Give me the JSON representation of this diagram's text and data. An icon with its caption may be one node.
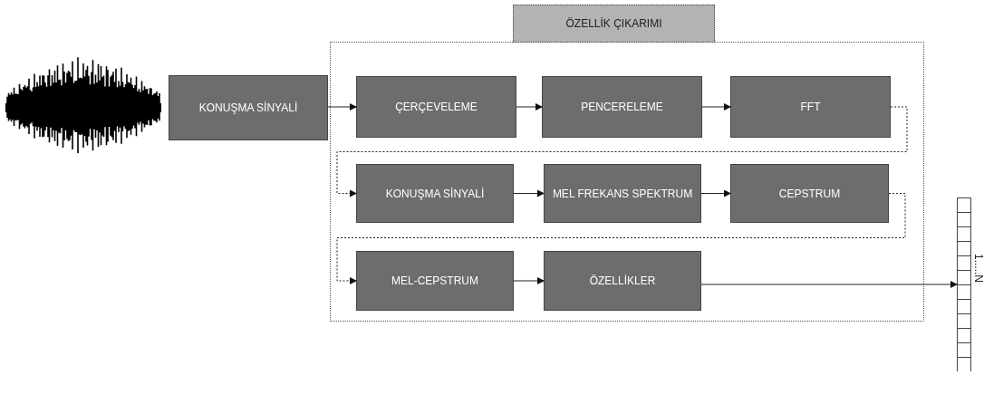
{
  "diagram": {
    "nodes": [
      {
        "text": [
          "ÖZELLİK ÇIKARIMI"
        ]
      },
      {
        "text": [
          "KONUŞMA SİNYALİ"
        ]
      },
      {
        "text": [
          "ÇERÇEVELEME"
        ],
        "in": 0
      },
      {
        "text": [
          "PENCERELEME"
        ],
        "in": 0
      },
      {
        "text": [
          "FFT"
        ],
        "in": 0
      },
      {
        "text": [
          "KONUŞMA SİNYALİ"
        ],
        "in": 0
      },
      {
        "text": [
          "MEL FREKANS SPEKTRUM"
        ],
        "in": 0
      },
      {
        "text": [
          "CEPSTRUM"
        ],
        "in": 0
      },
      {
        "text": [
          "MEL-CEPSTRUM"
        ],
        "in": 0
      },
      {
        "text": [
          "ÖZELLİKLER"
        ],
        "in": 0
      },
      {
        "text": [],
        "shape": "bar",
        "beside": [
          "1.....N"
        ]
      }
    ],
    "edges": [
      {
        "from": 1,
        "to": 2,
        "arrow": "to"
      },
      {
        "from": 2,
        "to": 3,
        "arrow": "to"
      },
      {
        "from": 3,
        "to": 4,
        "arrow": "to"
      },
      {
        "from": 4,
        "to": 5,
        "arrow": "to",
        "style": "dashed"
      },
      {
        "from": 5,
        "to": 6,
        "arrow": "to"
      },
      {
        "from": 6,
        "to": 7,
        "arrow": "to"
      },
      {
        "from": 7,
        "to": 8,
        "arrow": "to",
        "style": "dashed"
      },
      {
        "from": 8,
        "to": 9,
        "arrow": "to"
      },
      {
        "from": 9,
        "to": 10,
        "arrow": "to"
      }
    ]
  }
}
